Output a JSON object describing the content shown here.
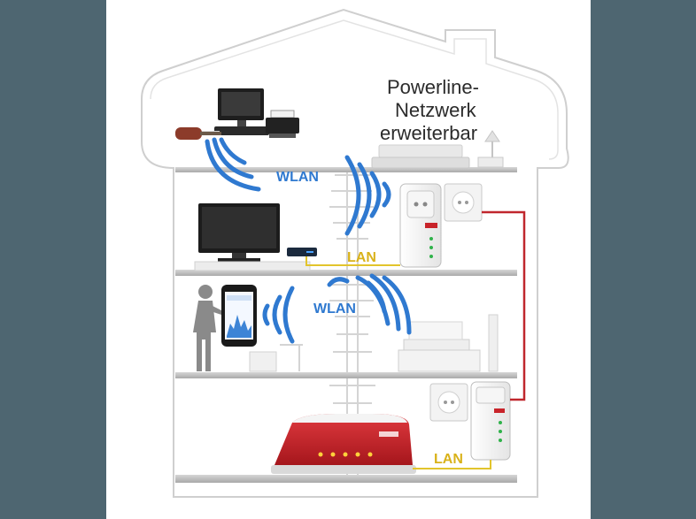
{
  "diagram": {
    "title_lines": [
      "Powerline-",
      "Netzwerk",
      "erweiterbar"
    ],
    "labels": {
      "wlan_top": "WLAN",
      "wlan_mid": "WLAN",
      "lan_top": "LAN",
      "lan_bottom": "LAN"
    },
    "colors": {
      "background": "#4e6671",
      "panel": "#ffffff",
      "house_outline": "#c8c8c8",
      "floor": "#bdbdbd",
      "wifi": "#2f79d0",
      "wlan_label": "#2f79d0",
      "lan_label": "#d9b21a",
      "lan_cable": "#e2c42c",
      "powerline_cable": "#c0272d",
      "router": "#c8232a"
    }
  }
}
